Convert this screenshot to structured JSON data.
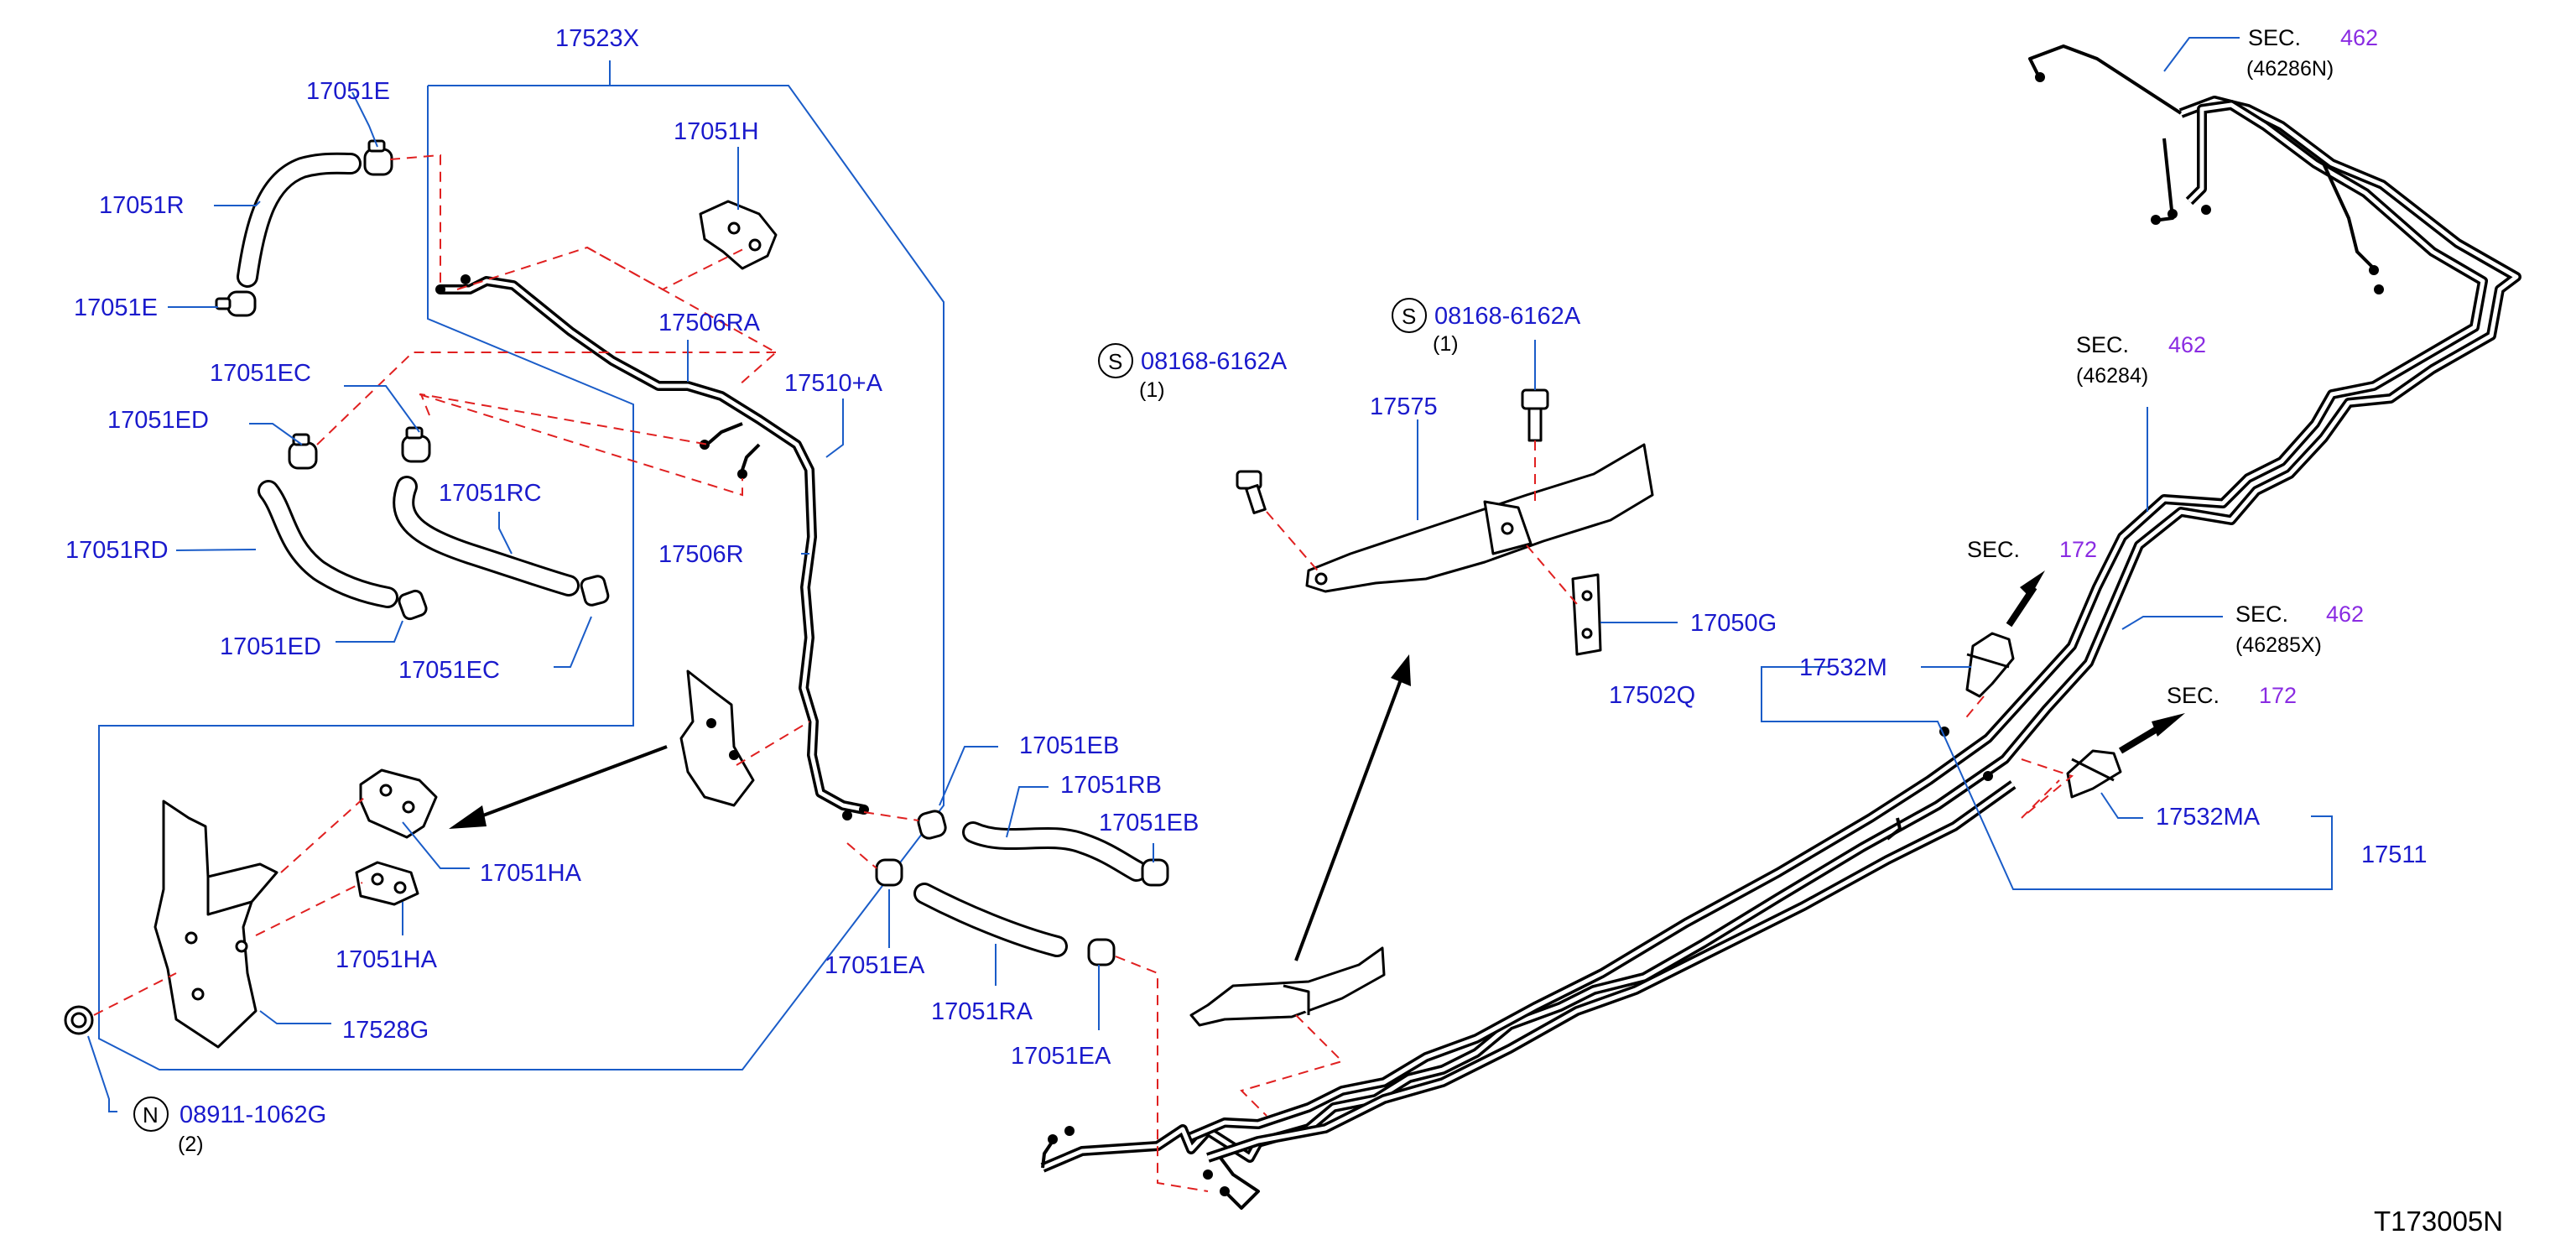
{
  "diagram_id": "T173005N",
  "part_numbers": {
    "p17523X": "17523X",
    "p17051E_top": "17051E",
    "p17051E_bottom": "17051E",
    "p17051R": "17051R",
    "p17051H": "17051H",
    "p17506RA": "17506RA",
    "p17510A": "17510+A",
    "p17051EC_top": "17051EC",
    "p17051ED_top": "17051ED",
    "p17051RC": "17051RC",
    "p17051RD": "17051RD",
    "p17506R": "17506R",
    "p17051ED_bottom": "17051ED",
    "p17051EC_bottom": "17051EC",
    "p17051HA_top": "17051HA",
    "p17051HA_bottom": "17051HA",
    "p17528G": "17528G",
    "p17051EB_top": "17051EB",
    "p17051RB": "17051RB",
    "p17051EB_bottom": "17051EB",
    "p17051EA_left": "17051EA",
    "p17051RA": "17051RA",
    "p17051EA_right": "17051EA",
    "p08168_left": "08168-6162A",
    "p08168_right": "08168-6162A",
    "p17575": "17575",
    "p17050G": "17050G",
    "p17502Q": "17502Q",
    "p17532M": "17532M",
    "p17532MA": "17532MA",
    "p17511": "17511",
    "p08911": "08911-1062G"
  },
  "quantities": {
    "q08168_left": "(1)",
    "q08168_right": "(1)",
    "q08911": "(2)"
  },
  "symbols": {
    "s_left": "S",
    "s_right": "S",
    "n_nut": "N"
  },
  "section_refs": {
    "sec_label": "SEC.",
    "r1_num": "462",
    "r1_sub": "(46286N)",
    "r2_num": "462",
    "r2_sub": "(46284)",
    "r3_num": "172",
    "r4_num": "462",
    "r4_sub": "(46285X)",
    "r5_num": "172"
  },
  "colors": {
    "part_number_text": "#1a1acc",
    "leader_lines": "#1a5cc8",
    "dashed_lines": "#e02020",
    "section_number": "#8a2be2"
  }
}
